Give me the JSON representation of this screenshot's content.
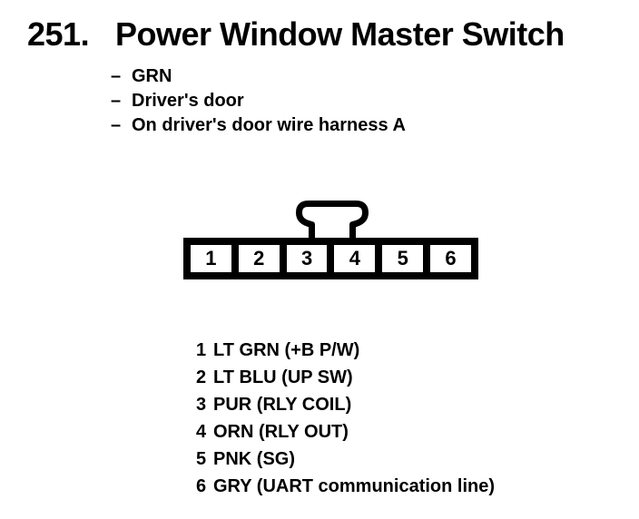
{
  "page": {
    "background": "#ffffff",
    "ink": "#000000"
  },
  "title": {
    "number": "251.",
    "text": "Power Window Master Switch"
  },
  "notes": {
    "dash": "–",
    "items": [
      "GRN",
      "Driver's door",
      "On driver's door wire harness A"
    ]
  },
  "connector": {
    "description": "6-cavity connector, front view, lock tab on top",
    "cells": [
      "1",
      "2",
      "3",
      "4",
      "5",
      "6"
    ]
  },
  "pins": [
    {
      "pin": "1",
      "label": "LT GRN (+B P/W)"
    },
    {
      "pin": "2",
      "label": "LT BLU (UP SW)"
    },
    {
      "pin": "3",
      "label": "PUR (RLY COIL)"
    },
    {
      "pin": "4",
      "label": "ORN (RLY OUT)"
    },
    {
      "pin": "5",
      "label": "PNK (SG)"
    },
    {
      "pin": "6",
      "label": "GRY (UART communication line)"
    }
  ]
}
